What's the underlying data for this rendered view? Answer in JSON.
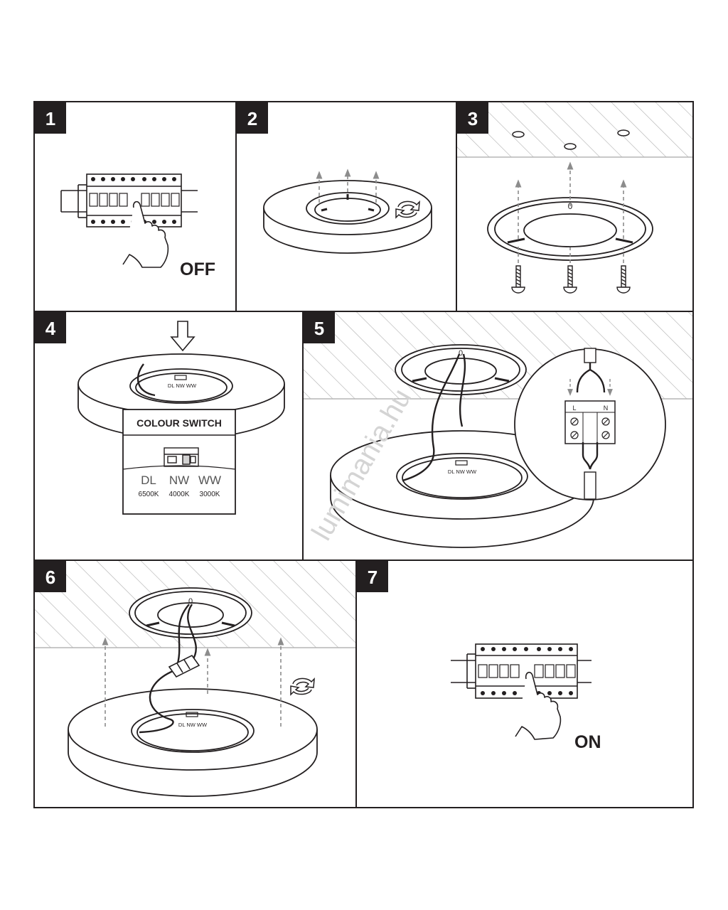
{
  "steps": [
    {
      "number": "1",
      "label": "OFF"
    },
    {
      "number": "2"
    },
    {
      "number": "3"
    },
    {
      "number": "4"
    },
    {
      "number": "5"
    },
    {
      "number": "6"
    },
    {
      "number": "7",
      "label": "ON"
    }
  ],
  "colour_switch": {
    "title": "COLOUR SWITCH",
    "modes": [
      {
        "code": "DL",
        "temp": "6500K"
      },
      {
        "code": "NW",
        "temp": "4000K"
      },
      {
        "code": "WW",
        "temp": "3000K"
      }
    ]
  },
  "fixture_switch_label": "DL NW WW",
  "terminal": {
    "live": "L",
    "neutral": "N"
  },
  "watermark": "lumimania.hu",
  "colors": {
    "ink": "#231f20",
    "arrow": "#8c8c8c",
    "hatch": "#b5b5b5"
  }
}
